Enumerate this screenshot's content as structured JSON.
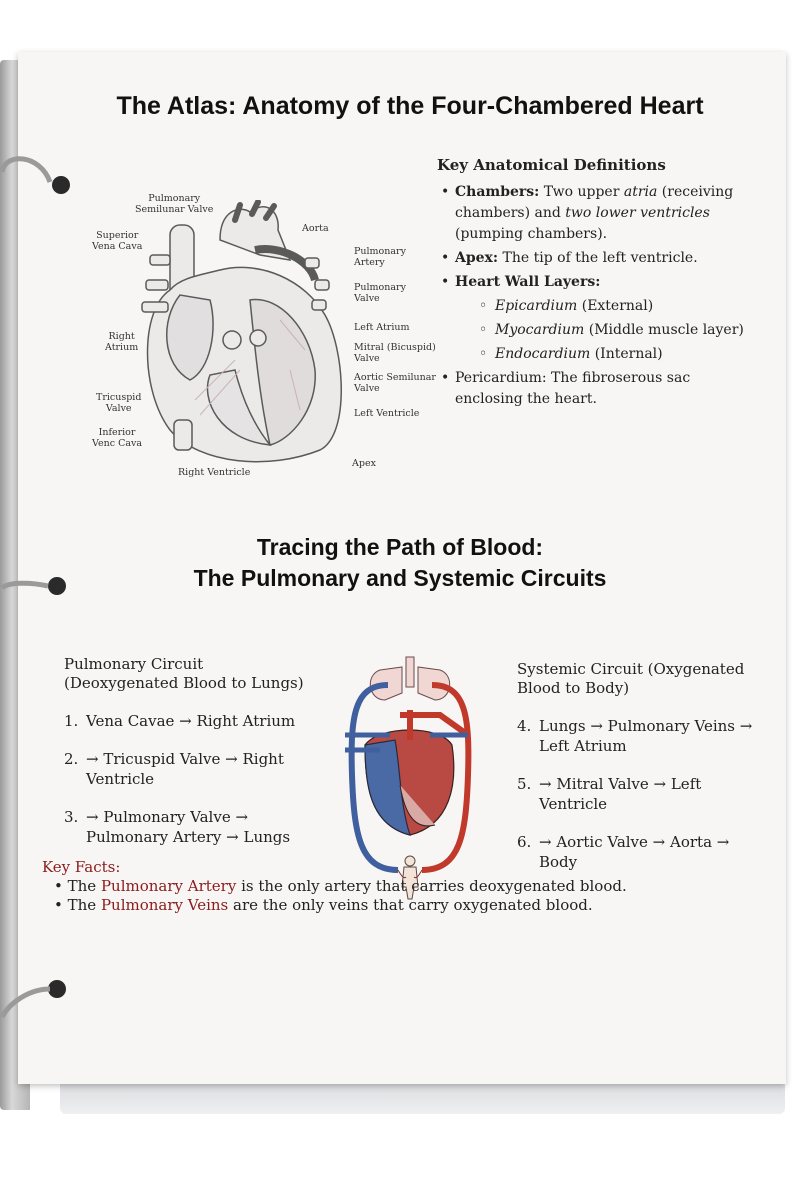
{
  "title": "The Atlas: Anatomy of the Four-Chambered Heart",
  "heart_labels": {
    "pulmonary_semilunar_valve": "Pulmonary\nSemilunar Valve",
    "superior_vena_cava": "Superior\nVena Cava",
    "aorta": "Aorta",
    "pulmonary_artery": "Pulmonary\nArtery",
    "pulmonary_valve": "Pulmonary\nValve",
    "left_atrium": "Left Atrium",
    "right_atrium": "Right\nAtrium",
    "mitral_valve": "Mitral (Bicuspid)\nValve",
    "aortic_semilunar_valve": "Aortic Semilunar\nValve",
    "tricuspid_valve": "Tricuspid\nValve",
    "left_ventricle": "Left Ventricle",
    "inferior_vena_cava": "Inferior\nVenc Cava",
    "apex": "Apex",
    "right_ventricle": "Right Ventricle"
  },
  "definitions": {
    "heading": "Key Anatomical Definitions",
    "chambers_term": "Chambers:",
    "chambers_a": " Two upper ",
    "chambers_b": "atria",
    "chambers_c": " (receiving chambers) and ",
    "chambers_d": "two lower ventricles",
    "chambers_e": " (pumping chambers).",
    "apex_term": "Apex:",
    "apex_text": " The tip of the left ventricle.",
    "wall_term": "Heart Wall Layers:",
    "layers": [
      {
        "name": "Epicardium",
        "desc": " (External)"
      },
      {
        "name": "Myocardium",
        "desc": " (Middle muscle layer)"
      },
      {
        "name": "Endocardium",
        "desc": " (Internal)"
      }
    ],
    "pericardium_term": "Pericardium:",
    "pericardium_text": " The fibroserous sac enclosing the heart."
  },
  "section2": {
    "title_line1": "Tracing the Path of Blood:",
    "title_line2": "The Pulmonary and Systemic Circuits"
  },
  "pulmonary": {
    "heading": "Pulmonary Circuit\n(Deoxygenated Blood to Lungs)",
    "steps": [
      {
        "n": "1.",
        "text": "Vena Cavae → Right Atrium"
      },
      {
        "n": "2.",
        "text": "→ Tricuspid Valve → Right Ventricle"
      },
      {
        "n": "3.",
        "text": "→ Pulmonary Valve → Pulmonary Artery → Lungs"
      }
    ]
  },
  "systemic": {
    "heading": "Systemic Circuit (Oxygenated Blood to Body)",
    "steps": [
      {
        "n": "4.",
        "text": "Lungs → Pulmonary Veins → Left Atrium"
      },
      {
        "n": "5.",
        "text": "→ Mitral Valve → Left Ventricle"
      },
      {
        "n": "6.",
        "text": "→ Aortic Valve → Aorta → Body"
      }
    ]
  },
  "facts": {
    "title": "Key Facts:",
    "f1_a": "The ",
    "f1_b": "Pulmonary Artery",
    "f1_c": " is the only artery that carries deoxygenated blood.",
    "f2_a": "The ",
    "f2_b": "Pulmonary Veins",
    "f2_c": " are the only veins that carry oxygenated blood."
  },
  "colors": {
    "oxygenated": "#c0392b",
    "deoxygenated": "#3f5f9e",
    "accent_text": "#8b1c1c"
  }
}
